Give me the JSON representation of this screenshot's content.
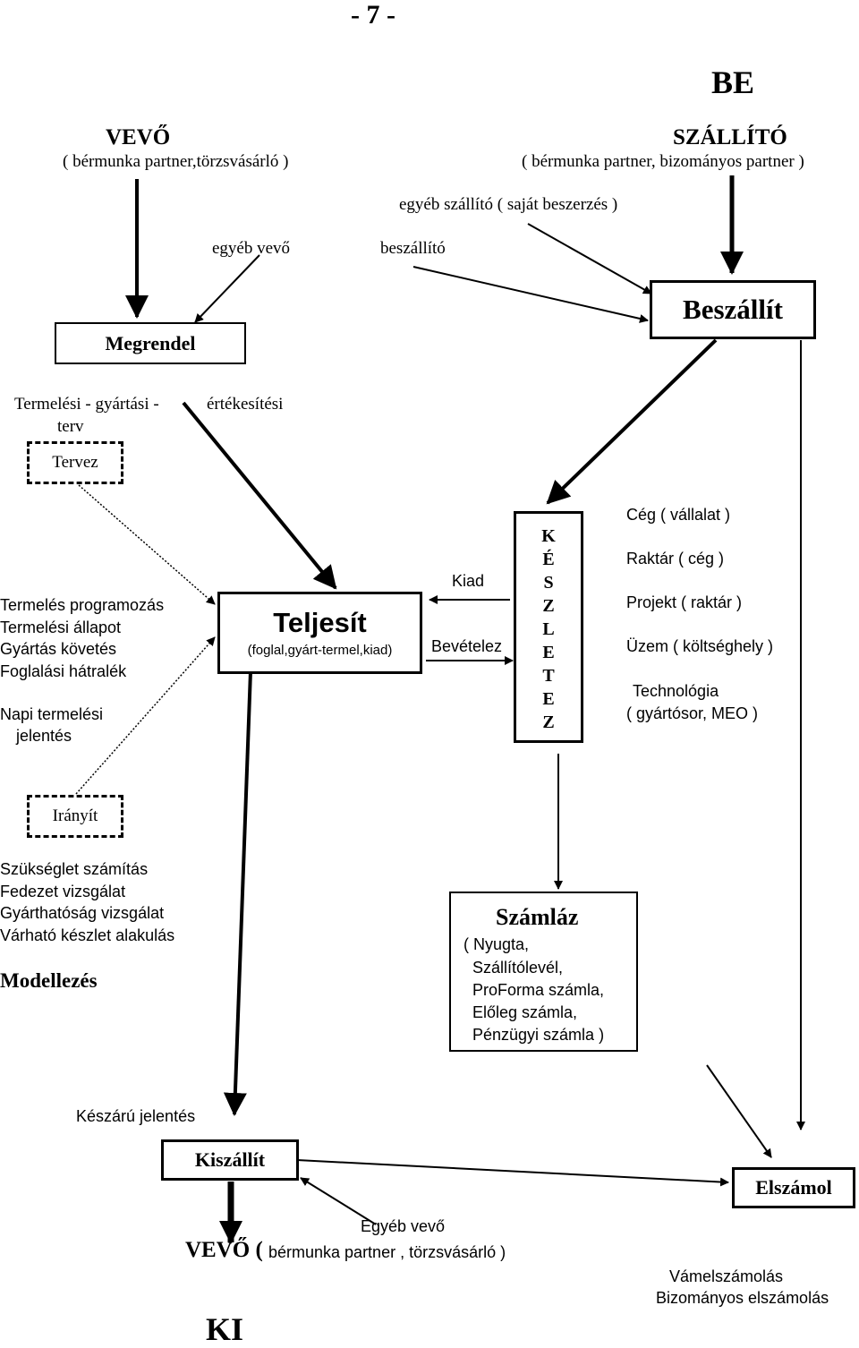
{
  "page_number": "- 7 -",
  "be": "BE",
  "ki": "KI",
  "vevo_top": {
    "title": "VEVŐ",
    "subtitle": "( bérmunka partner,törzsvásárló )"
  },
  "szallito": {
    "title": "SZÁLLÍTÓ",
    "subtitle": "( bérmunka partner, bizományos partner )"
  },
  "egyeb_szallito": "egyéb szállító ( saját beszerzés )",
  "egyeb_vevo": "egyéb vevő",
  "beszallito": "beszállító",
  "beszallit_box": "Beszállít",
  "megrendel_box": "Megrendel",
  "termelesi_terv": [
    "Termelési - gyártási -",
    "terv"
  ],
  "ertekesitesi": "értékesítési",
  "tervez_box": "Tervez",
  "left_list": [
    "Termelés programozás",
    "Termelési állapot",
    "Gyártás követés",
    "Foglalási hátralék"
  ],
  "napi": [
    "Napi termelési",
    "jelentés"
  ],
  "teljesit": {
    "title": "Teljesít",
    "subtitle": "(foglal,gyárt-termel,kiad)"
  },
  "kiad": "Kiad",
  "bevetelez": "Bevételez",
  "keszletez_letters": [
    "K",
    "É",
    "S",
    "Z",
    "L",
    "E",
    "T",
    "E",
    "Z"
  ],
  "right_list": [
    "Cég ( vállalat )",
    "Raktár ( cég )",
    "Projekt ( raktár )",
    "Üzem ( költséghely )",
    "Technológia",
    "( gyártósor, MEO )"
  ],
  "iranyit_box": "Irányít",
  "modell_list": [
    "Szükséglet számítás",
    "Fedezet vizsgálat",
    "Gyárthatóság vizsgálat",
    "Várható készlet alakulás"
  ],
  "modellezes": "Modellezés",
  "szamlaz": {
    "title": "Számláz",
    "items": [
      "( Nyugta,",
      "Szállítólevél,",
      "ProForma számla,",
      "Előleg számla,",
      "Pénzügyi számla )"
    ]
  },
  "keszaru_jelentes": "Készárú jelentés",
  "kiszallit_box": "Kiszállít",
  "elszamol_box": "Elszámol",
  "egyeb_vevo_bottom": "Egyéb vevő",
  "vevo_bottom": {
    "title": "VEVŐ (",
    "subtitle": "bérmunka partner , törzsvásárló )"
  },
  "elszamol_notes": [
    "Vámelszámolás",
    "Bizományos elszámolás"
  ]
}
